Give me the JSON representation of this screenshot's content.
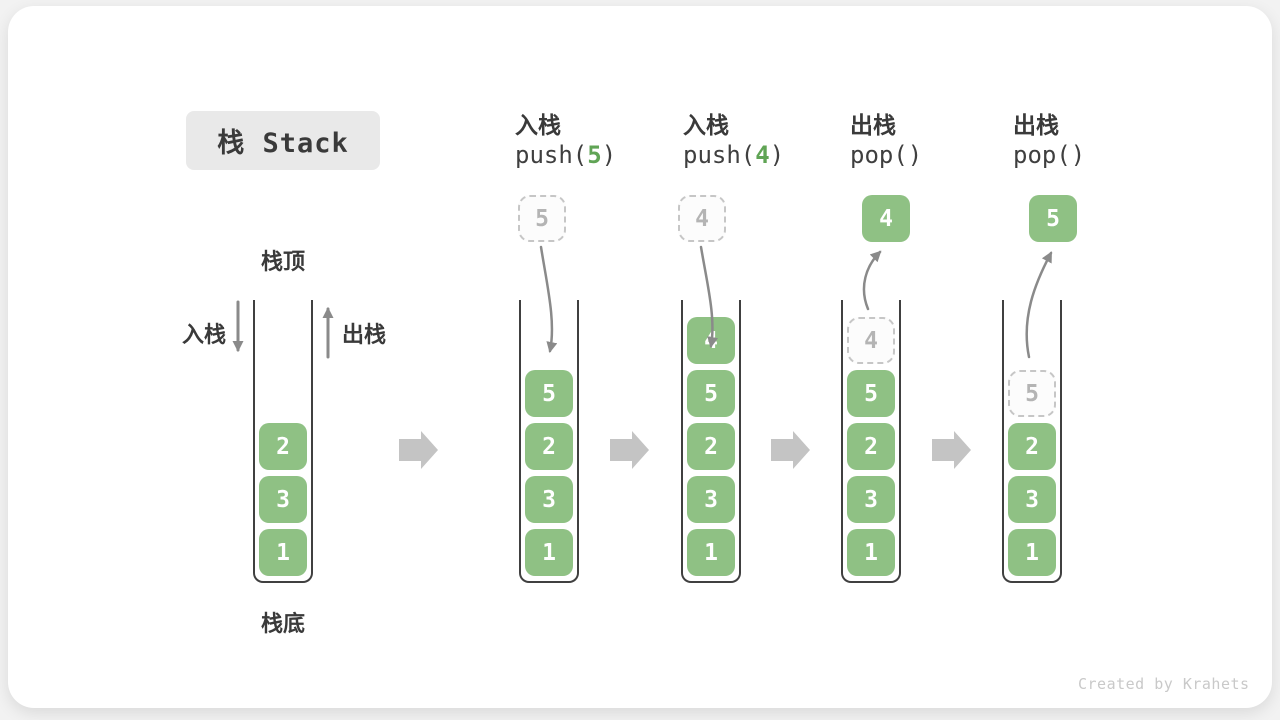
{
  "diagram": {
    "title": "栈 Stack",
    "footer_credit": "Created by Krahets"
  },
  "colors": {
    "cell_green": "#8fc184",
    "code_arg_green": "#60a455",
    "dark_text": "#3a3a3a",
    "code_text": "#3f3f3f",
    "ghost_border": "#c6c6c6",
    "ghost_text": "#b4b4b4",
    "curve_arrow_gray": "#8a8a8a",
    "block_arrow_gray": "#c4c4c4",
    "container_stroke": "#404040",
    "title_box_bg": "#e9e9e9"
  },
  "base_stack": {
    "top_label": "栈顶",
    "bottom_label": "栈底",
    "push_label": "入栈",
    "pop_label": "出栈",
    "cells": [
      "2",
      "3",
      "1"
    ]
  },
  "steps": [
    {
      "id": "push-5",
      "op_label": "入栈",
      "code_pre": "push(",
      "code_arg": "5",
      "code_post": ")",
      "action": "push",
      "floating_value": "5",
      "floating_variant": "ghost",
      "cells": [
        {
          "value": "5",
          "variant": "solid",
          "row": 2
        },
        {
          "value": "2",
          "variant": "solid",
          "row": 3
        },
        {
          "value": "3",
          "variant": "solid",
          "row": 4
        },
        {
          "value": "1",
          "variant": "solid",
          "row": 5
        }
      ]
    },
    {
      "id": "push-4",
      "op_label": "入栈",
      "code_pre": "push(",
      "code_arg": "4",
      "code_post": ")",
      "action": "push",
      "floating_value": "4",
      "floating_variant": "ghost",
      "cells": [
        {
          "value": "4",
          "variant": "solid",
          "row": 1
        },
        {
          "value": "5",
          "variant": "solid",
          "row": 2
        },
        {
          "value": "2",
          "variant": "solid",
          "row": 3
        },
        {
          "value": "3",
          "variant": "solid",
          "row": 4
        },
        {
          "value": "1",
          "variant": "solid",
          "row": 5
        }
      ]
    },
    {
      "id": "pop-4",
      "op_label": "出栈",
      "code_pre": "pop(",
      "code_arg": "",
      "code_post": ")",
      "action": "pop",
      "floating_value": "4",
      "floating_variant": "solid",
      "cells": [
        {
          "value": "4",
          "variant": "ghost",
          "row": 1
        },
        {
          "value": "5",
          "variant": "solid",
          "row": 2
        },
        {
          "value": "2",
          "variant": "solid",
          "row": 3
        },
        {
          "value": "3",
          "variant": "solid",
          "row": 4
        },
        {
          "value": "1",
          "variant": "solid",
          "row": 5
        }
      ]
    },
    {
      "id": "pop-5",
      "op_label": "出栈",
      "code_pre": "pop(",
      "code_arg": "",
      "code_post": ")",
      "action": "pop",
      "floating_value": "5",
      "floating_variant": "solid",
      "cells": [
        {
          "value": "5",
          "variant": "ghost",
          "row": 2
        },
        {
          "value": "2",
          "variant": "solid",
          "row": 3
        },
        {
          "value": "3",
          "variant": "solid",
          "row": 4
        },
        {
          "value": "1",
          "variant": "solid",
          "row": 5
        }
      ]
    }
  ]
}
